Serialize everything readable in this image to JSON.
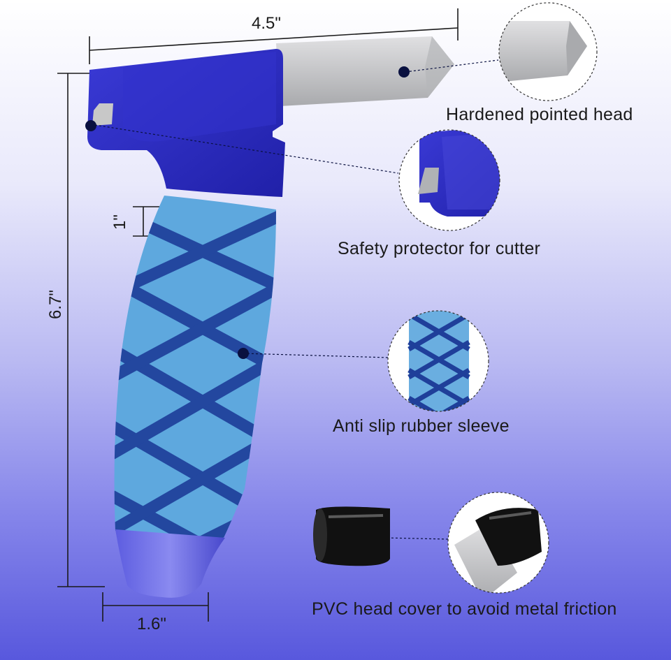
{
  "dimensions": {
    "width": "4.5\"",
    "height": "6.7\"",
    "grip_mark": "1\"",
    "base": "1.6\""
  },
  "callouts": [
    {
      "id": "head",
      "label": "Hardened pointed head"
    },
    {
      "id": "protector",
      "label": "Safety protector for cutter"
    },
    {
      "id": "sleeve",
      "label": "Anti slip rubber sleeve"
    },
    {
      "id": "cover",
      "label": "PVC head cover to avoid metal friction"
    }
  ],
  "colors": {
    "body_blue": "#2b2bc4",
    "sleeve_light": "#5ea8de",
    "sleeve_stripe": "#1f3f9a",
    "steel": "#c9cacc",
    "cap_black": "#111111",
    "leader_dot": "#0a1140"
  }
}
